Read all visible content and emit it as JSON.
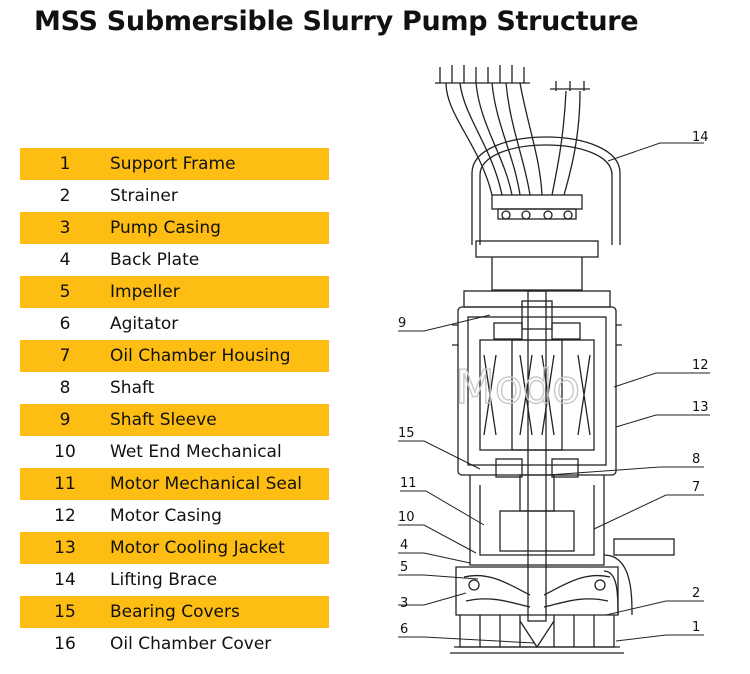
{
  "title": "MSS Submersible Slurry Pump Structure",
  "parts": [
    {
      "num": "1",
      "name": "Support Frame"
    },
    {
      "num": "2",
      "name": "Strainer"
    },
    {
      "num": "3",
      "name": "Pump Casing"
    },
    {
      "num": "4",
      "name": "Back Plate"
    },
    {
      "num": "5",
      "name": "Impeller"
    },
    {
      "num": "6",
      "name": "Agitator"
    },
    {
      "num": "7",
      "name": "Oil Chamber Housing"
    },
    {
      "num": "8",
      "name": "Shaft"
    },
    {
      "num": "9",
      "name": "Shaft Sleeve"
    },
    {
      "num": "10",
      "name": "Wet End Mechanical"
    },
    {
      "num": "11",
      "name": "Motor Mechanical Seal"
    },
    {
      "num": "12",
      "name": "Motor Casing"
    },
    {
      "num": "13",
      "name": "Motor Cooling Jacket"
    },
    {
      "num": "14",
      "name": "Lifting Brace"
    },
    {
      "num": "15",
      "name": "Bearing Covers"
    },
    {
      "num": "16",
      "name": "Oil Chamber Cover"
    }
  ],
  "diagram": {
    "watermark": "Modo",
    "callouts": {
      "c1": "1",
      "c2": "2",
      "c3": "3",
      "c4": "4",
      "c5": "5",
      "c6": "6",
      "c7": "7",
      "c8": "8",
      "c9": "9",
      "c10": "10",
      "c11": "11",
      "c12": "12",
      "c13": "13",
      "c14": "14",
      "c15": "15"
    }
  },
  "colors": {
    "highlight": "#fdbd12",
    "line": "#222222",
    "watermark": "#c8c8c8"
  }
}
